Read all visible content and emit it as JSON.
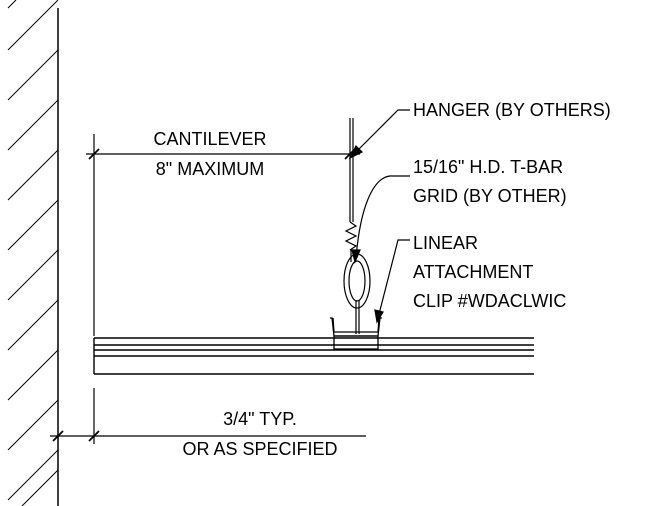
{
  "labels": {
    "cantilever_1": "CANTILEVER",
    "cantilever_2": "8\" MAXIMUM",
    "hanger": "HANGER (BY OTHERS)",
    "tbar_1": "15/16\" H.D. T-BAR",
    "tbar_2": "GRID (BY OTHER)",
    "clip_1": "LINEAR",
    "clip_2": "ATTACHMENT",
    "clip_3": "CLIP #WDACLWIC",
    "gap_1": "3/4\" TYP.",
    "gap_2": "OR AS SPECIFIED"
  }
}
